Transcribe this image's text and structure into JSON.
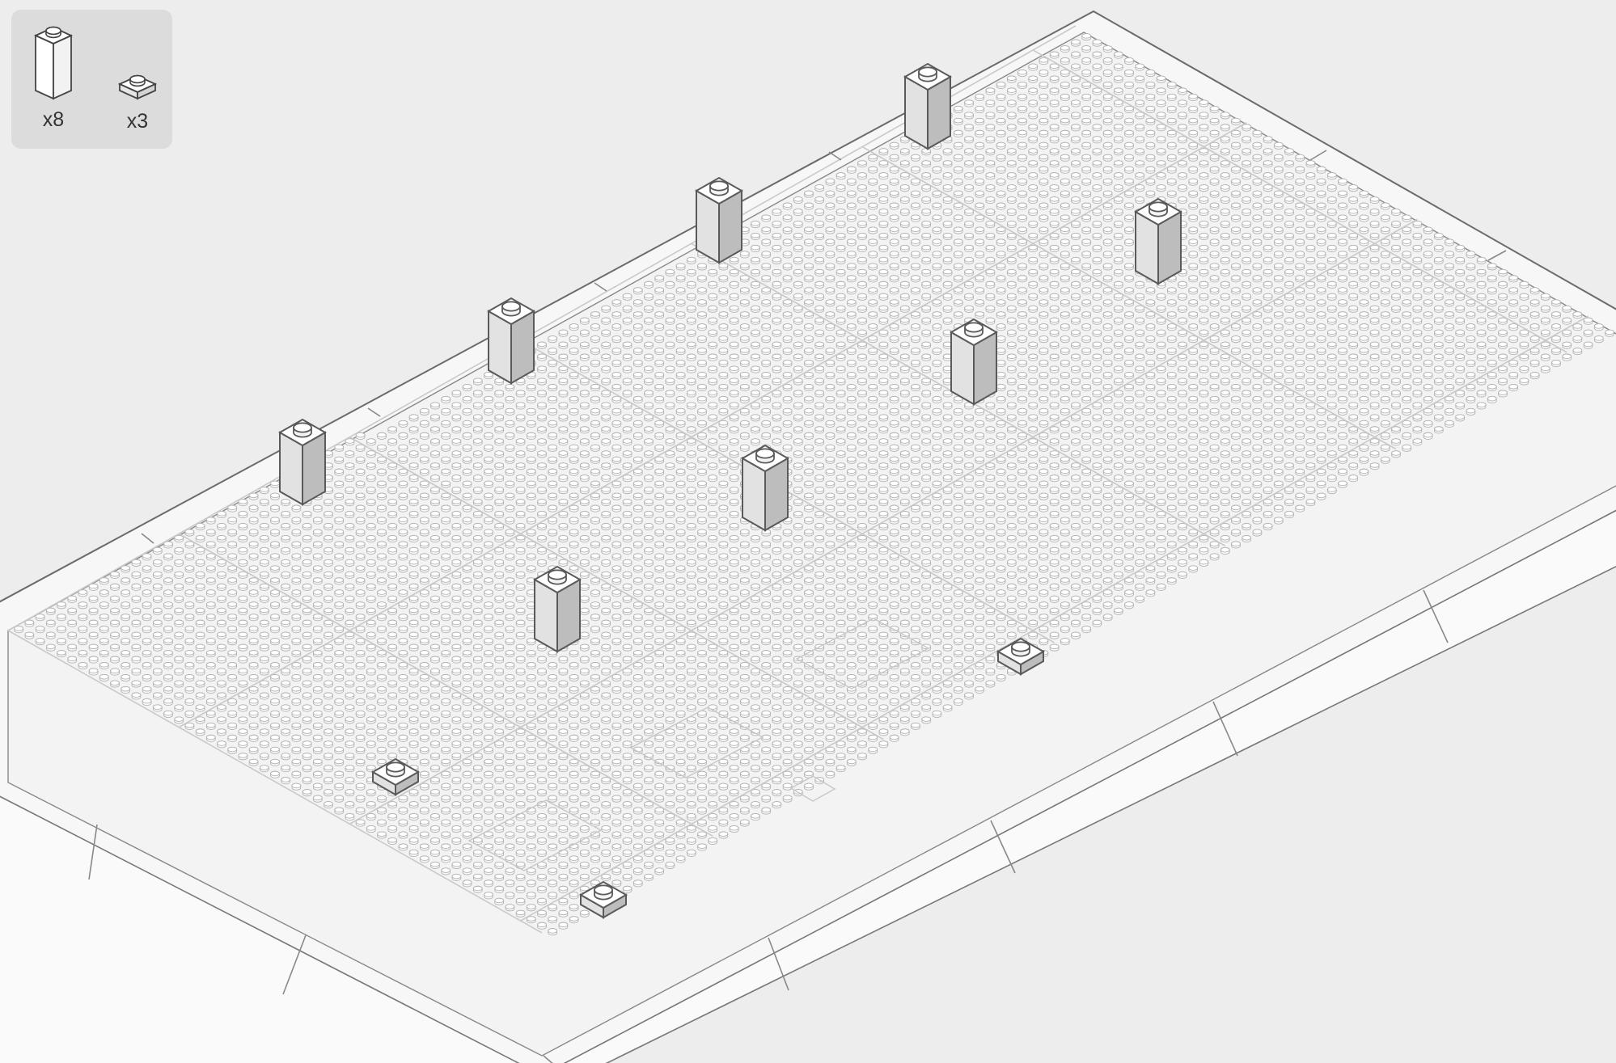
{
  "parts_list": [
    {
      "part": "brick-1x1-tall",
      "icon": "tall-brick-icon",
      "quantity": "x8"
    },
    {
      "part": "plate-1x1",
      "icon": "flat-plate-icon",
      "quantity": "x3"
    }
  ],
  "scene": {
    "description_visible": false,
    "placed_tall_bricks": 8,
    "placed_flat_plates": 3,
    "colors": {
      "background": "#ededed",
      "panel": "#dcdcdc",
      "outline": "#5a5a5a",
      "stud_line": "#b3b3b3",
      "face_light": "#ffffff",
      "face_mid": "#e2e2e2",
      "face_dark": "#bdbdbd"
    }
  }
}
